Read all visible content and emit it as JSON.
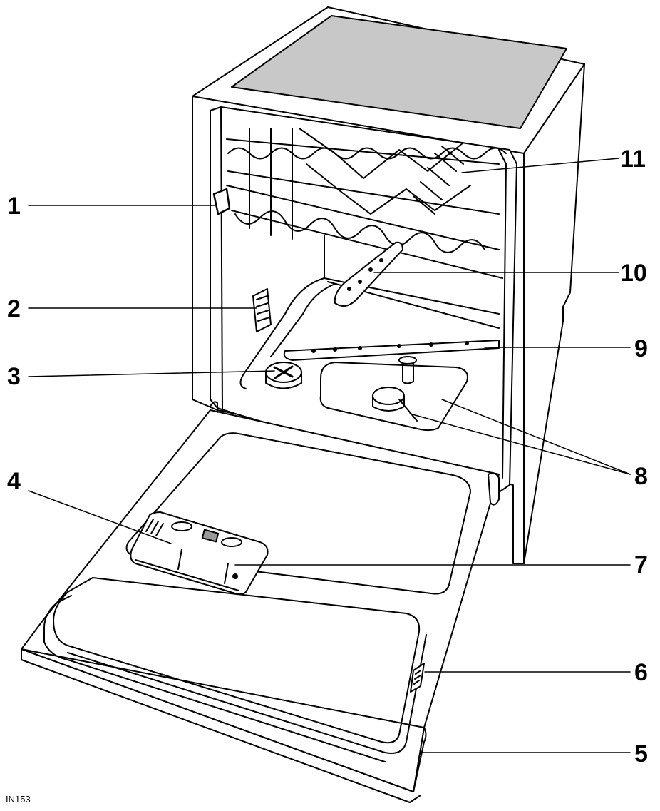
{
  "figure_ref": "IN153",
  "callouts": [
    "1",
    "2",
    "3",
    "4",
    "5",
    "6",
    "7",
    "8",
    "9",
    "10",
    "11"
  ],
  "colors": {
    "ink": "#000000",
    "paper": "#ffffff",
    "worktop": "#c8c8c8"
  }
}
